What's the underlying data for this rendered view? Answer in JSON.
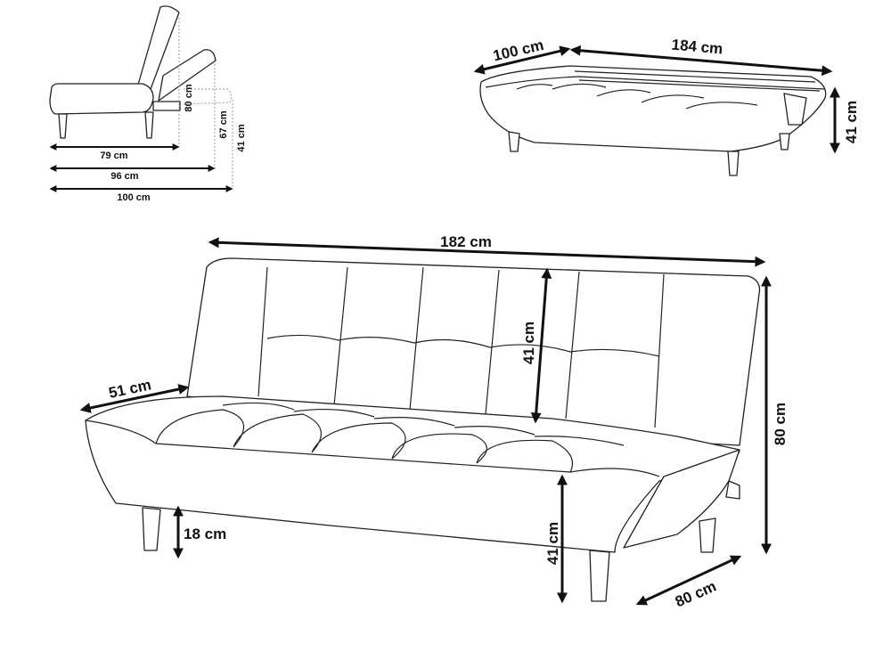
{
  "side_view": {
    "back_height": "80 cm",
    "reclined_height": "67 cm",
    "bed_height": "41 cm",
    "seated_depth": "79 cm",
    "reclined_depth": "96 cm",
    "bed_depth": "100 cm"
  },
  "bed_view": {
    "width": "100 cm",
    "length": "184 cm",
    "height": "41 cm"
  },
  "sofa_view": {
    "width": "182 cm",
    "seat_depth": "51 cm",
    "back_height": "41 cm",
    "total_height": "80 cm",
    "leg_height": "18 cm",
    "seat_height": "41 cm",
    "depth": "80 cm"
  }
}
